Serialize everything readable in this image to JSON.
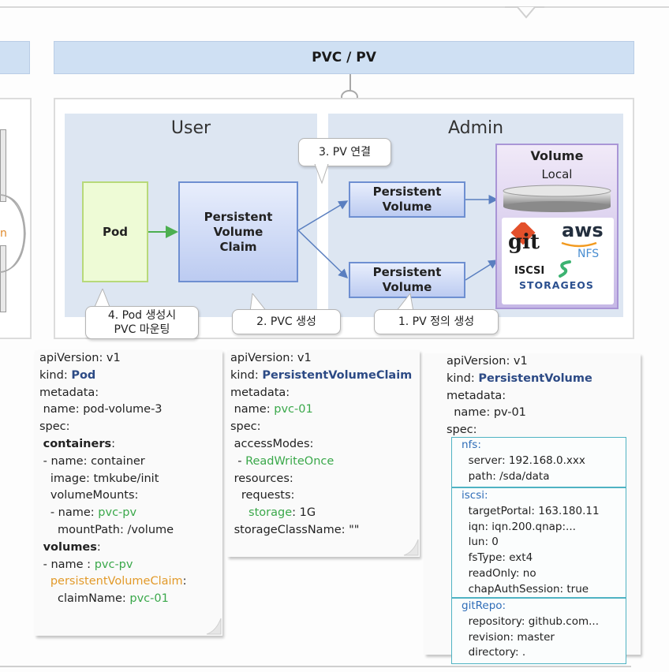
{
  "header": {
    "title": "PVC / PV"
  },
  "zones": {
    "user": "User",
    "admin": "Admin"
  },
  "boxes": {
    "pod": "Pod",
    "pvc": [
      "Persistent",
      "Volume",
      "Claim"
    ],
    "pv1": [
      "Persistent",
      "Volume"
    ],
    "pv2": [
      "Persistent",
      "Volume"
    ]
  },
  "volume": {
    "title": "Volume",
    "local": "Local",
    "logos": {
      "git": "git",
      "aws": "aws",
      "nfs": "NFS",
      "iscsi": "ISCSI",
      "storageos": "STORAGEOS"
    }
  },
  "callouts": {
    "pv_connect": "3. PV 연결",
    "pod_mount": [
      "4. Pod 생성시",
      "PVC 마운팅"
    ],
    "pvc_create": "2. PVC 생성",
    "pv_define": "1. PV 정의 생성"
  },
  "left_fragment": {
    "letter": "n"
  },
  "yaml_pod": [
    [
      {
        "t": "apiVersion: v1"
      }
    ],
    [
      {
        "t": "kind: "
      },
      {
        "t": "Pod",
        "c": "kw"
      }
    ],
    [
      {
        "t": "metadata:"
      }
    ],
    [
      {
        "t": " name: pod-volume-3"
      }
    ],
    [
      {
        "t": "spec:"
      }
    ],
    [
      {
        "t": " "
      },
      {
        "t": "containers",
        "c": "bold"
      },
      {
        "t": ":"
      }
    ],
    [
      {
        "t": " - name: container"
      }
    ],
    [
      {
        "t": "   image: tmkube/init"
      }
    ],
    [
      {
        "t": "   volumeMounts:"
      }
    ],
    [
      {
        "t": "   - name: "
      },
      {
        "t": "pvc-pv",
        "c": "grn"
      }
    ],
    [
      {
        "t": "     mountPath: /volume"
      }
    ],
    [
      {
        "t": " "
      },
      {
        "t": "volumes",
        "c": "bold"
      },
      {
        "t": ":"
      }
    ],
    [
      {
        "t": " - name : "
      },
      {
        "t": "pvc-pv",
        "c": "grn"
      }
    ],
    [
      {
        "t": "   "
      },
      {
        "t": "persistentVolumeClaim",
        "c": "org"
      },
      {
        "t": ":"
      }
    ],
    [
      {
        "t": "     claimName: "
      },
      {
        "t": "pvc-01",
        "c": "grn"
      }
    ]
  ],
  "yaml_pvc": [
    [
      {
        "t": "apiVersion: v1"
      }
    ],
    [
      {
        "t": "kind: "
      },
      {
        "t": "PersistentVolumeClaim",
        "c": "kw"
      }
    ],
    [
      {
        "t": "metadata:"
      }
    ],
    [
      {
        "t": " name: "
      },
      {
        "t": "pvc-01",
        "c": "grn"
      }
    ],
    [
      {
        "t": "spec:"
      }
    ],
    [
      {
        "t": " accessModes:"
      }
    ],
    [
      {
        "t": "  - "
      },
      {
        "t": "ReadWriteOnce",
        "c": "grn"
      }
    ],
    [
      {
        "t": " resources:"
      }
    ],
    [
      {
        "t": "   requests:"
      }
    ],
    [
      {
        "t": "     "
      },
      {
        "t": "storage",
        "c": "grn"
      },
      {
        "t": ": 1G"
      }
    ],
    [
      {
        "t": " storageClassName: \"\""
      }
    ]
  ],
  "yaml_pv": [
    [
      {
        "t": "apiVersion: v1"
      }
    ],
    [
      {
        "t": "kind: "
      },
      {
        "t": "PersistentVolume",
        "c": "kw"
      }
    ],
    [
      {
        "t": "metadata:"
      }
    ],
    [
      {
        "t": "  name: pv-01"
      }
    ],
    [
      {
        "t": "spec:"
      }
    ]
  ],
  "pv_nfs": [
    [
      {
        "t": "nfs:",
        "c": "sk"
      }
    ],
    [
      {
        "t": "  server: 192.168.0.xxx"
      }
    ],
    [
      {
        "t": "  path: /sda/data"
      }
    ]
  ],
  "pv_iscsi": [
    [
      {
        "t": "iscsi:",
        "c": "sk"
      }
    ],
    [
      {
        "t": "  targetPortal: 163.180.11"
      }
    ],
    [
      {
        "t": "  iqn: iqn.200.qnap:..."
      }
    ],
    [
      {
        "t": "  lun: 0"
      }
    ],
    [
      {
        "t": "  fsType: ext4"
      }
    ],
    [
      {
        "t": "  readOnly: no"
      }
    ],
    [
      {
        "t": "  chapAuthSession: true"
      }
    ]
  ],
  "pv_git": [
    [
      {
        "t": "gitRepo:",
        "c": "sk"
      }
    ],
    [
      {
        "t": "  repository: github.com..."
      }
    ],
    [
      {
        "t": "  revision: master"
      }
    ],
    [
      {
        "t": "  directory: ."
      }
    ]
  ],
  "colors": {
    "header": "#cfe0f3",
    "zone": "#dde6f2",
    "kind": "#2c4a85",
    "green": "#3aa84a",
    "orange": "#e29a2a",
    "teal": "#4fb3c3"
  }
}
